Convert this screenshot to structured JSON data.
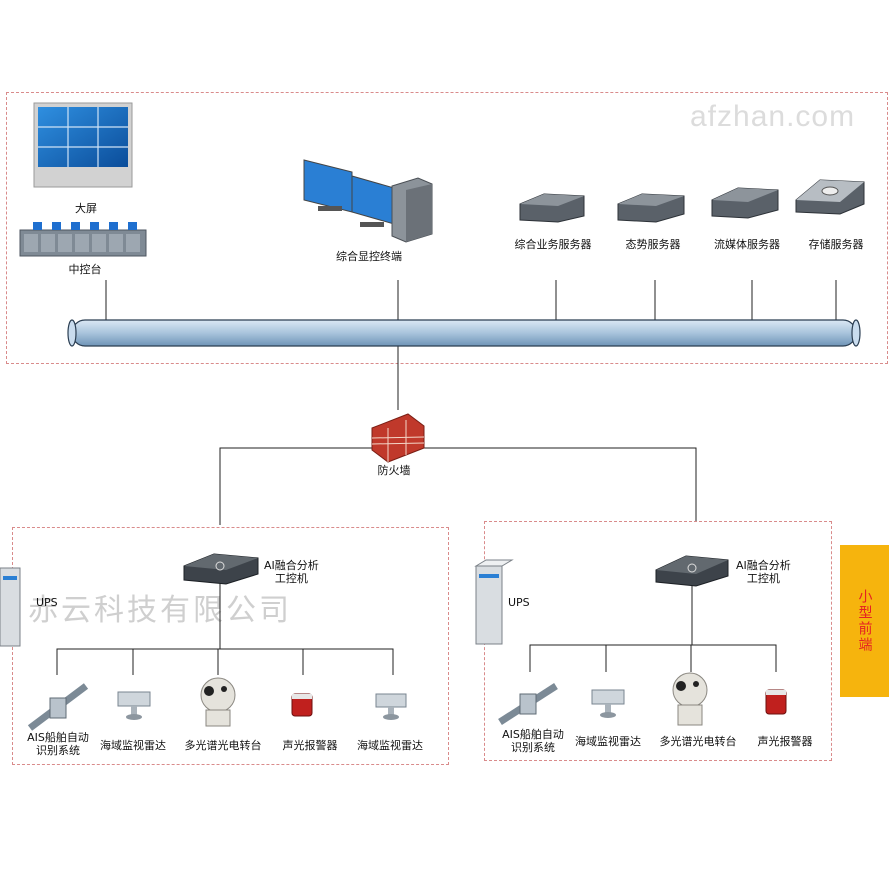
{
  "watermark": "afzhan.com",
  "watermark_company": "赤云科技有限公司",
  "command_center": {
    "big_screen": "大屏",
    "control_console": "中控台",
    "display_terminal": "综合显控终端",
    "servers": [
      "综合业务服务器",
      "态势服务器",
      "流媒体服务器",
      "存储服务器"
    ]
  },
  "firewall": "防火墙",
  "front_end_left": {
    "ai_computer": [
      "AI融合分析",
      "工控机"
    ],
    "ups": "UPS",
    "devices": [
      [
        "AIS船舶自动",
        "识别系统"
      ],
      [
        "海域监视雷达"
      ],
      [
        "多光谱光电转台"
      ],
      [
        "声光报警器"
      ],
      [
        "海域监视雷达"
      ]
    ]
  },
  "front_end_right": {
    "ai_computer": [
      "AI融合分析",
      "工控机"
    ],
    "ups": "UPS",
    "devices": [
      [
        "AIS船舶自动",
        "识别系统"
      ],
      [
        "海域监视雷达"
      ],
      [
        "多光谱光电转台"
      ],
      [
        "声光报警器"
      ]
    ]
  },
  "side_label": "小型前端",
  "colors": {
    "zone_border": "#d98b8b",
    "side_bg": "#f6b40d",
    "side_text": "#e52222",
    "bus": "#a9c4dc"
  }
}
